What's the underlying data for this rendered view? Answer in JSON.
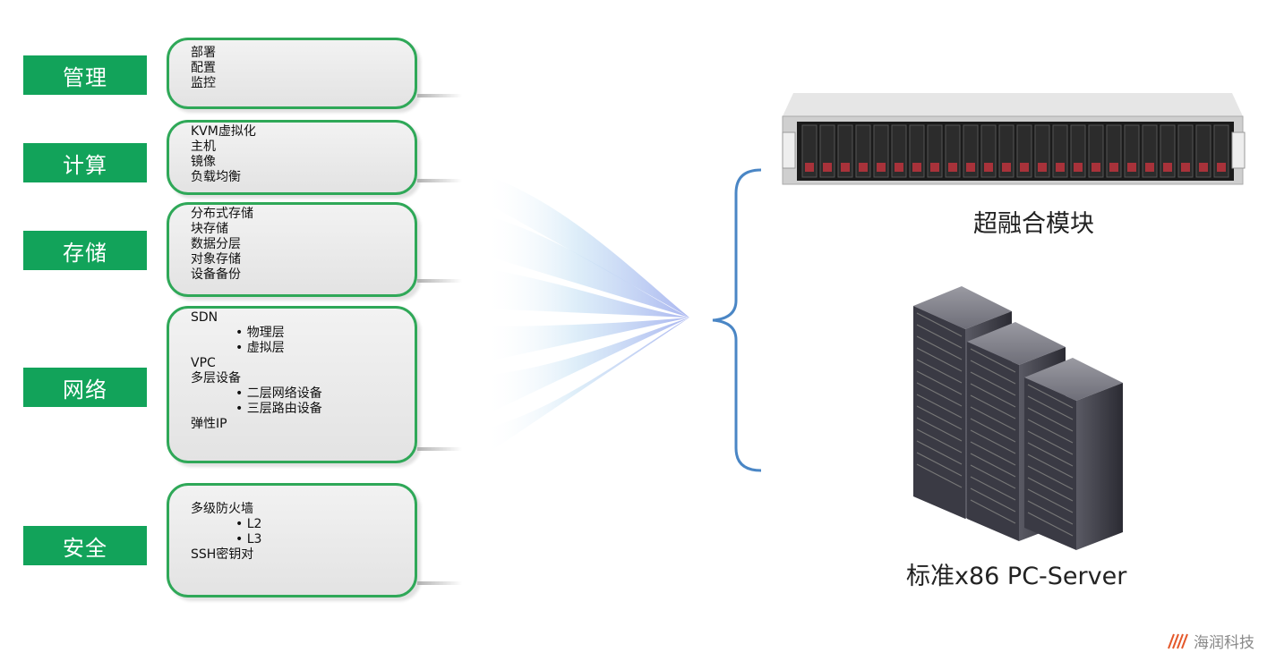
{
  "categories": [
    {
      "label": "管理",
      "items": [
        {
          "text": "部署"
        },
        {
          "text": "配置"
        },
        {
          "text": "监控"
        }
      ]
    },
    {
      "label": "计算",
      "items": [
        {
          "text": "KVM虚拟化"
        },
        {
          "text": "主机"
        },
        {
          "text": "镜像"
        },
        {
          "text": "负载均衡"
        }
      ]
    },
    {
      "label": "存储",
      "items": [
        {
          "text": "分布式存储"
        },
        {
          "text": "块存储"
        },
        {
          "text": "数据分层"
        },
        {
          "text": "对象存储"
        },
        {
          "text": "设备备份"
        }
      ]
    },
    {
      "label": "网络",
      "items": [
        {
          "text": "SDN"
        },
        {
          "text": "物理层",
          "sub": true
        },
        {
          "text": "虚拟层",
          "sub": true
        },
        {
          "text": "VPC"
        },
        {
          "text": "多层设备"
        },
        {
          "text": "二层网络设备",
          "sub": true
        },
        {
          "text": "三层路由设备",
          "sub": true
        },
        {
          "text": "弹性IP"
        }
      ]
    },
    {
      "label": "安全",
      "items": [
        {
          "text": "多级防火墙"
        },
        {
          "text": "L2",
          "sub": true
        },
        {
          "text": "L3",
          "sub": true
        },
        {
          "text": "SSH密钥对"
        }
      ]
    }
  ],
  "right": {
    "module_caption": "超融合模块",
    "server_caption": "标准x86 PC-Server"
  },
  "watermark": {
    "text": "海润科技"
  },
  "colors": {
    "accent": "#12a35a",
    "card_border": "#2fa858",
    "brace": "#4a86c5"
  }
}
